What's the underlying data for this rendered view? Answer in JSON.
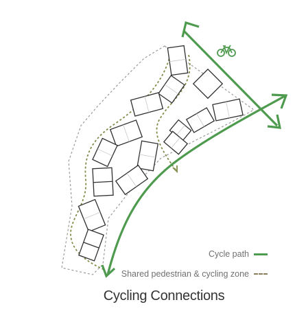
{
  "title": "Cycling Connections",
  "legend": {
    "cycle_path": "Cycle path",
    "shared_zone": "Shared pedestrian & cycling zone"
  },
  "colors": {
    "cycle_path": "#4e9a4e",
    "shared_zone_outline": "#9a9a9a",
    "shared_zone_route": "#8a7f5c",
    "buildings": "#333333",
    "text": "#707070"
  },
  "icons": {
    "bicycle": "bicycle-icon"
  }
}
